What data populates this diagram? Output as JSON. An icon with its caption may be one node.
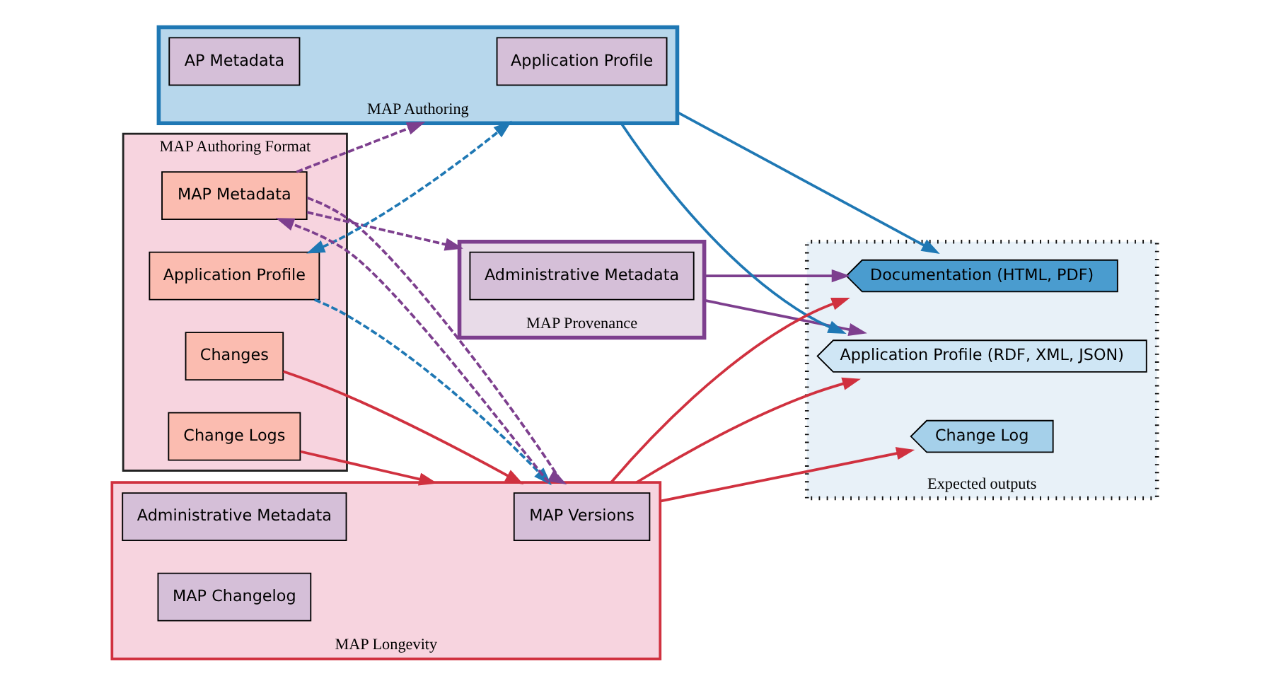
{
  "diagram": {
    "nodes": [
      {
        "text": [
          "MAP Authoring Format"
        ]
      },
      {
        "text": [
          "MAP Metadata"
        ],
        "in": 0
      },
      {
        "text": [
          "Application Profile"
        ],
        "in": 0
      },
      {
        "text": [
          "Changes"
        ],
        "in": 0
      },
      {
        "text": [
          "Change Logs"
        ],
        "in": 0
      },
      {
        "text": [
          "MAP Provenance"
        ]
      },
      {
        "text": [
          "Administrative Metadata"
        ],
        "in": 5
      },
      {
        "text": [
          "MAP Authoring"
        ]
      },
      {
        "text": [
          "AP Metadata"
        ],
        "in": 7
      },
      {
        "text": [
          "Application Profile"
        ],
        "in": 7
      },
      {
        "text": [
          "MAP Longevity"
        ]
      },
      {
        "text": [
          "Administrative Metadata"
        ],
        "in": 10
      },
      {
        "text": [
          "MAP Versions"
        ],
        "in": 10
      },
      {
        "text": [
          "MAP Changelog"
        ],
        "in": 10
      },
      {
        "text": [
          "Expected outputs"
        ]
      },
      {
        "text": [
          "Documentation (HTML, PDF)"
        ],
        "in": 14
      },
      {
        "text": [
          "Application Profile (RDF, XML, JSON)"
        ],
        "in": 14
      },
      {
        "text": [
          "Change Log"
        ],
        "in": 14
      }
    ],
    "edges": [
      {
        "from": 1,
        "to": 5,
        "arrow": "to",
        "style": "dashed",
        "color": "#7d3f8e"
      },
      {
        "from": 1,
        "to": 7,
        "arrow": "to",
        "style": "dashed",
        "color": "#7d3f8e"
      },
      {
        "from": 1,
        "to": 10,
        "arrow": "to",
        "style": "dashed",
        "color": "#7d3f8e"
      },
      {
        "from": 10,
        "to": 1,
        "arrow": "to",
        "style": "dashed",
        "color": "#7d3f8e"
      },
      {
        "from": 2,
        "to": 7,
        "arrow": "both",
        "style": "dashed",
        "color": "#1f78b4"
      },
      {
        "from": 2,
        "to": 10,
        "arrow": "to",
        "style": "dashed",
        "color": "#1f78b4"
      },
      {
        "from": 3,
        "to": 10,
        "arrow": "to",
        "color": "#d0313f"
      },
      {
        "from": 4,
        "to": 10,
        "arrow": "to",
        "color": "#d0313f"
      },
      {
        "from": 5,
        "to": 15,
        "arrow": "to",
        "color": "#7d3f8e"
      },
      {
        "from": 5,
        "to": 16,
        "arrow": "to",
        "color": "#7d3f8e"
      },
      {
        "from": 7,
        "to": 15,
        "arrow": "to",
        "color": "#1f78b4"
      },
      {
        "from": 7,
        "to": 16,
        "arrow": "to",
        "color": "#1f78b4"
      },
      {
        "from": 10,
        "to": 15,
        "arrow": "to",
        "color": "#d0313f"
      },
      {
        "from": 10,
        "to": 16,
        "arrow": "to",
        "color": "#d0313f"
      },
      {
        "from": 10,
        "to": 17,
        "arrow": "to",
        "color": "#d0313f"
      }
    ]
  }
}
